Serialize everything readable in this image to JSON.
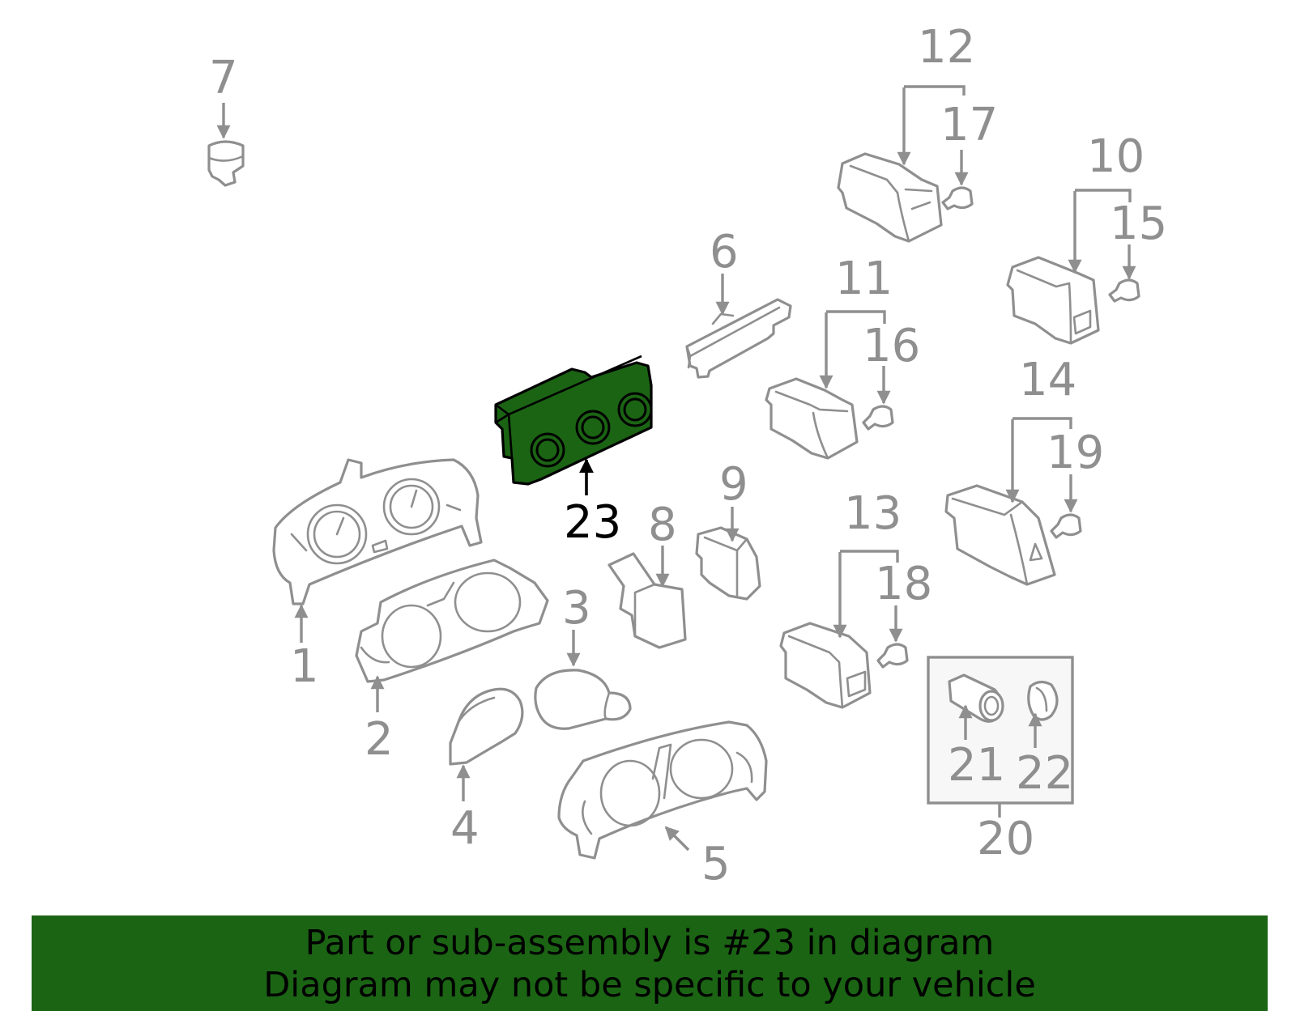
{
  "colors": {
    "highlight_part": "#1b6414",
    "footer_background": "#1b6414",
    "line_art": "#8f8f8f",
    "highlight_label": "#000000"
  },
  "highlighted_part": "23",
  "callouts": {
    "c1": "1",
    "c2": "2",
    "c3": "3",
    "c4": "4",
    "c5": "5",
    "c6": "6",
    "c7": "7",
    "c8": "8",
    "c9": "9",
    "c10": "10",
    "c11": "11",
    "c12": "12",
    "c13": "13",
    "c14": "14",
    "c15": "15",
    "c16": "16",
    "c17": "17",
    "c18": "18",
    "c19": "19",
    "c20": "20",
    "c21": "21",
    "c22": "22",
    "c23": "23"
  },
  "footer": {
    "line1": "Part or sub-assembly is #23 in diagram",
    "line2": "Diagram may not be specific to your vehicle"
  }
}
